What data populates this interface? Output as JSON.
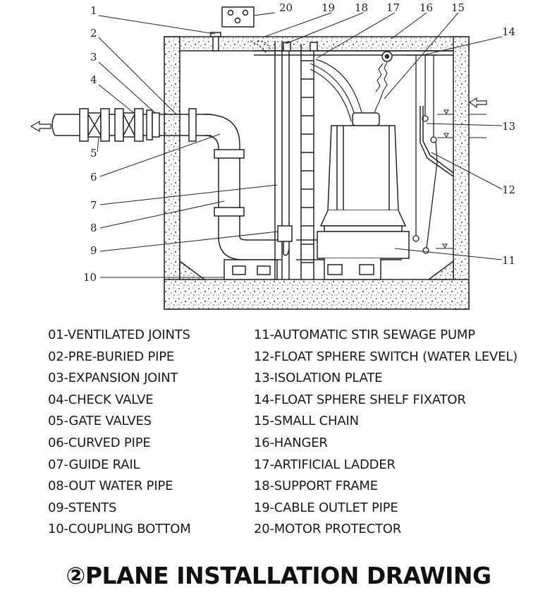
{
  "diagram": {
    "callouts": [
      "1",
      "2",
      "3",
      "4",
      "5",
      "6",
      "7",
      "8",
      "9",
      "10",
      "11",
      "12",
      "13",
      "14",
      "15",
      "16",
      "17",
      "18",
      "19",
      "20"
    ]
  },
  "legend": {
    "left": [
      "01-VENTILATED JOINTS",
      "02-PRE-BURIED PIPE",
      "03-EXPANSION JOINT",
      "04-CHECK VALVE",
      "05-GATE VALVES",
      "06-CURVED PIPE",
      "07-GUIDE RAIL",
      "08-OUT WATER PIPE",
      "09-STENTS",
      "10-COUPLING BOTTOM"
    ],
    "right": [
      "11-AUTOMATIC STIR SEWAGE PUMP",
      "12-FLOAT SPHERE SWITCH (WATER LEVEL)",
      "13-ISOLATION PLATE",
      "14-FLOAT SPHERE SHELF FIXATOR",
      "15-SMALL CHAIN",
      "16-HANGER",
      "17-ARTIFICIAL LADDER",
      "18-SUPPORT FRAME",
      "19-CABLE OUTLET PIPE",
      "20-MOTOR PROTECTOR"
    ]
  },
  "title": "②PLANE INSTALLATION DRAWING"
}
